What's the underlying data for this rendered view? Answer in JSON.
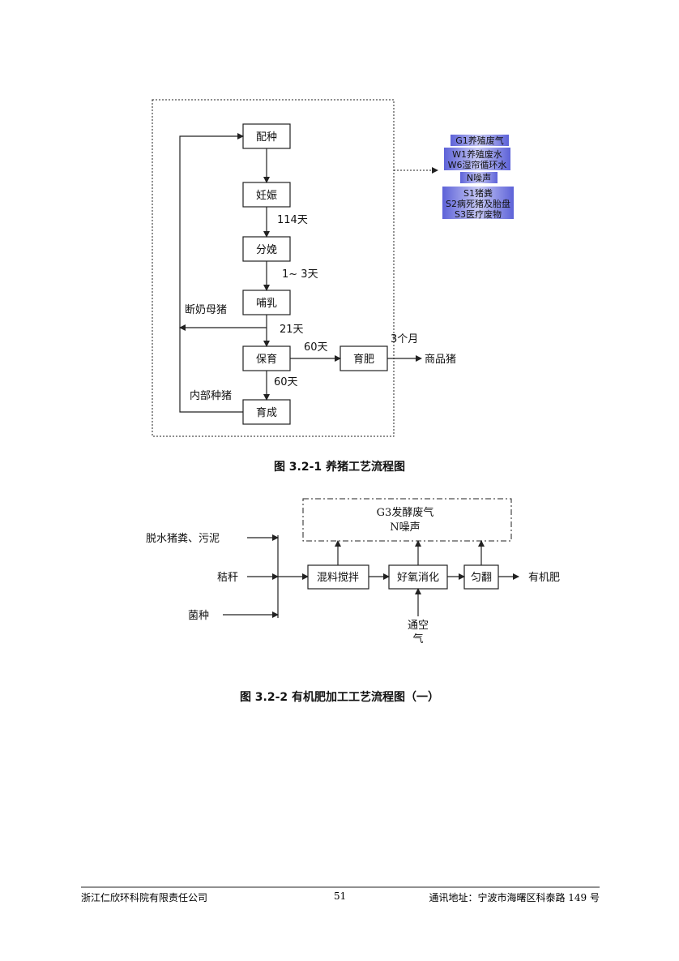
{
  "figure1": {
    "nodes": {
      "peizhong": "配种",
      "renshen": "妊娠",
      "fenmian": "分娩",
      "buru": "哺乳",
      "baoyu": "保育",
      "yufei": "育肥",
      "yucheng": "育成"
    },
    "labels": {
      "d114": "114天",
      "d1_3": "1~ 3天",
      "d21": "21天",
      "d60a": "60天",
      "d60b": "60天",
      "m3": "3个月",
      "duannai": "断奶母猪",
      "neibu": "内部种猪",
      "shangpin": "商品猪"
    },
    "legend": [
      [
        "G1养殖废气"
      ],
      [
        "W1养殖废水",
        "W6湿帘循环水"
      ],
      [
        "N噪声"
      ],
      [
        "S1猪粪",
        "S2病死猪及胎盘",
        "S3医疗废物"
      ]
    ],
    "legend_color": "#7b7fe0",
    "caption": "图 3.2-1 养猪工艺流程图"
  },
  "figure2": {
    "inputs": {
      "tuoshui": "脱水猪粪、污泥",
      "jiegan": "秸秆",
      "junzhong": "菌种"
    },
    "steps": {
      "hunliao": "混料搅拌",
      "haoyang": "好氧消化",
      "yunfan": "匀翻"
    },
    "output": "有机肥",
    "air_line1": "通空",
    "air_line2": "气",
    "emissions_line1": "G3发酵废气",
    "emissions_line2": "N噪声",
    "caption": "图 3.2-2 有机肥加工工艺流程图（一）"
  },
  "footer": {
    "company": "浙江仁欣环科院有限责任公司",
    "page": "51",
    "address": "通讯地址：宁波市海曙区科泰路 149 号"
  }
}
